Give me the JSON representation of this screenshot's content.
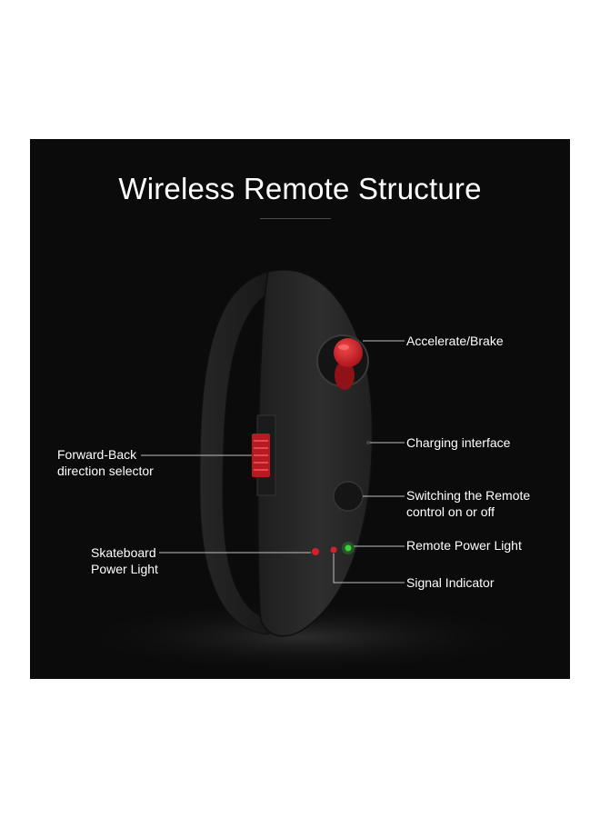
{
  "title": "Wireless Remote Structure",
  "labels": {
    "accelerate": "Accelerate/Brake",
    "charging": "Charging interface",
    "switch_line1": "Switching the Remote",
    "switch_line2": "control on or off",
    "remote_power": "Remote Power Light",
    "signal": "Signal Indicator",
    "forward_line1": "Forward-Back",
    "forward_line2": "direction selector",
    "skateboard_line1": "Skateboard",
    "skateboard_line2": "Power Light"
  },
  "colors": {
    "background": "#0b0b0b",
    "body": "#2a2a2a",
    "accent_red": "#d3202a",
    "led_green": "#3bd23b",
    "text": "#ffffff"
  },
  "icons": {
    "thumb_trigger": "red-joystick-icon",
    "power_button": "round-button-icon",
    "selector": "red-slider-icon"
  }
}
